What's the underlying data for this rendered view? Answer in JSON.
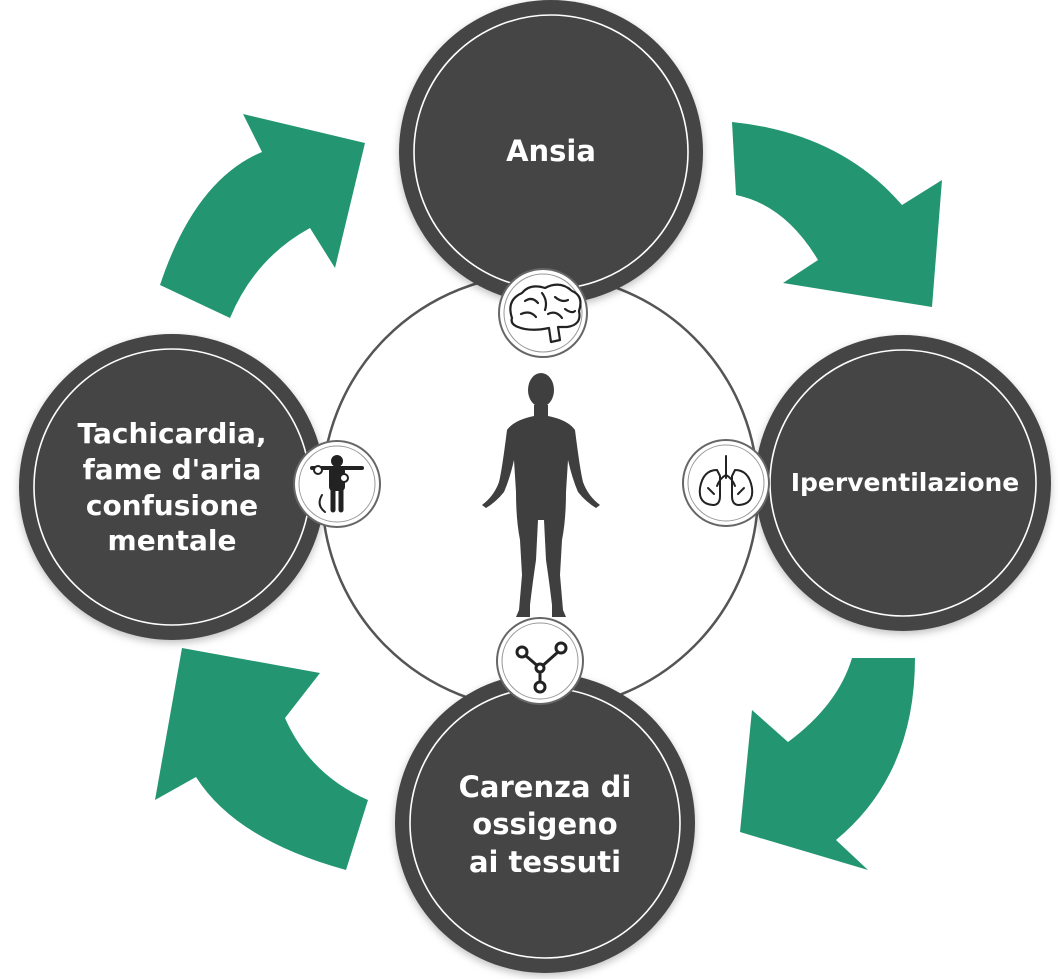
{
  "diagram": {
    "colors": {
      "node_fill": "#444444",
      "node_ring": "#ffffff",
      "arrow": "#239671",
      "center_circle_stroke": "#555555",
      "icon_stroke": "#222222",
      "body_silhouette": "#3f3f3f"
    },
    "nodes": {
      "top": {
        "label": "Ansia"
      },
      "right": {
        "label": "Iperventilazione"
      },
      "bottom": {
        "label": "Carenza di\nossigeno\nai tessuti"
      },
      "left": {
        "label": "Tachicardia,\nfame d'aria\nconfusione\nmentale"
      }
    },
    "icons": {
      "top": "brain-icon",
      "right": "lungs-icon",
      "bottom": "molecule-icon",
      "left": "body-pain-icon",
      "center": "human-body-icon"
    },
    "flow": [
      "top",
      "right",
      "bottom",
      "left"
    ]
  }
}
